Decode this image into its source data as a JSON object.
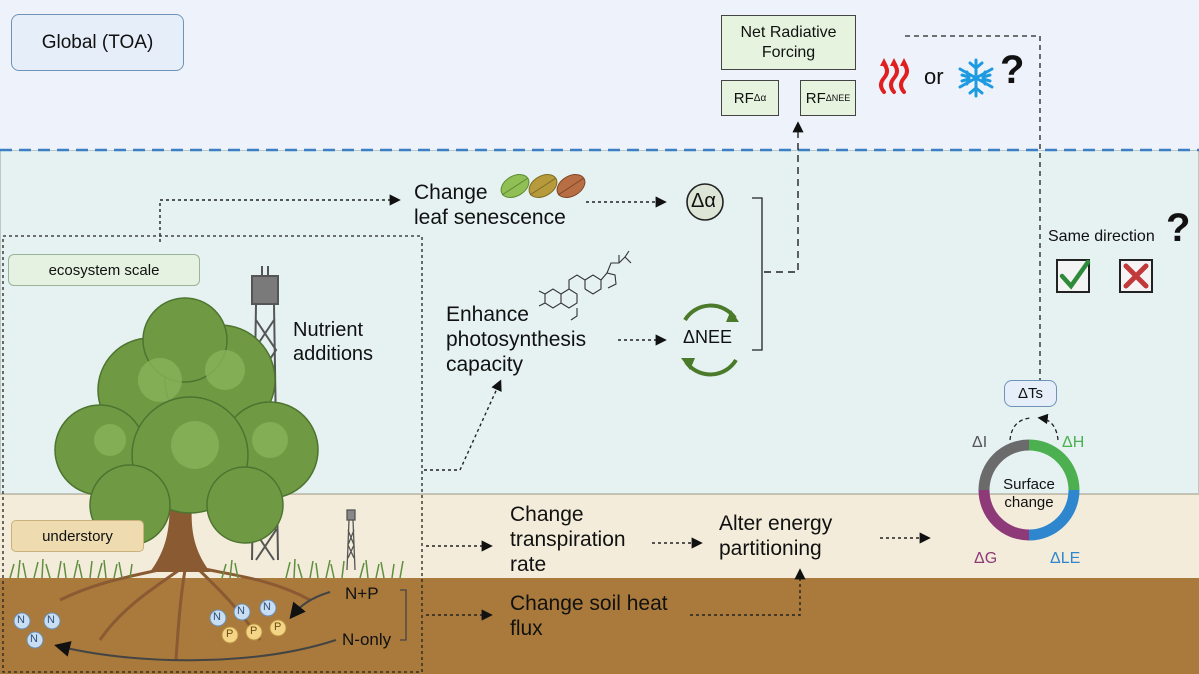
{
  "layers": {
    "global": "Global (TOA)",
    "ecosystem": "ecosystem scale",
    "understory": "understory"
  },
  "forcing": {
    "title": "Net Radiative Forcing",
    "rf": "RF",
    "rf_albedo_sub": "Δα",
    "rf_nee_sub": "ΔNEE",
    "or_label": "or",
    "question": "?"
  },
  "processes": {
    "leaf_senescence_line1": "Change",
    "leaf_senescence_line2": "leaf senescence",
    "photosynthesis": [
      "Enhance",
      "photosynthesis",
      "capacity"
    ],
    "transpiration": [
      "Change",
      "transpiration",
      "rate"
    ],
    "energy": [
      "Alter energy",
      "partitioning"
    ],
    "soil_heat": [
      "Change soil heat",
      "flux"
    ]
  },
  "variables": {
    "albedo": "Δα",
    "nee": "ΔNEE",
    "ts": "ΔTs"
  },
  "direction": {
    "label": "Same direction",
    "question": "?"
  },
  "surface": {
    "center_line1": "Surface",
    "center_line2": "change",
    "di": "ΔI",
    "dh": "ΔH",
    "dg": "ΔG",
    "dle": "ΔLE"
  },
  "nutrients": {
    "title_line1": "Nutrient",
    "title_line2": "additions",
    "np": "N+P",
    "n_only": "N-only",
    "n": "N",
    "p": "P"
  },
  "colors": {
    "sky": "#eef3fb",
    "ecosystem": "#e5f2f1",
    "understory": "#f3ecda",
    "soil": "#a97a3b",
    "box_green": "#e6f3df",
    "dashed_blue": "#3d7fc4",
    "arc_gray": "#6b6b6b",
    "arc_green": "#4caf50",
    "arc_blue": "#2e86cf",
    "arc_purple": "#8e3a78",
    "heat_red": "#e02020",
    "snow_blue": "#1e9be0"
  },
  "icons": [
    "heat-waves-icon",
    "snowflake-icon",
    "question-icon",
    "check-icon",
    "cross-icon",
    "leaf-icon",
    "cycle-arrows-icon",
    "molecule-icon",
    "tower-icon",
    "tree-icon"
  ]
}
